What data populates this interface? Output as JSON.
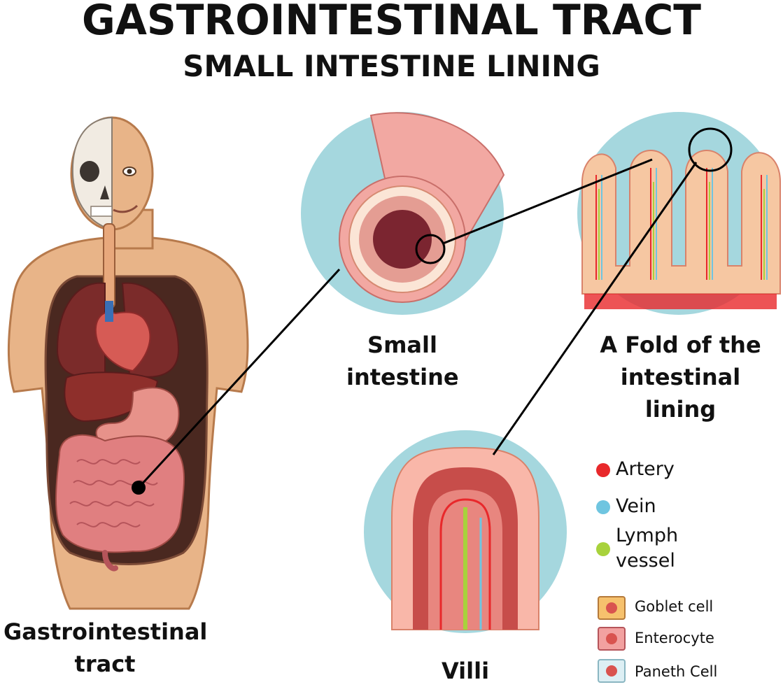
{
  "title": "GASTROINTESTINAL TRACT",
  "subtitle": "SMALL INTESTINE LINING",
  "panels": {
    "gi_tract": "Gastrointestinal tract",
    "small_intestine": "Small intestine",
    "fold": "A Fold of the intestinal lining",
    "villi": "Villi"
  },
  "legend": {
    "vessels": [
      {
        "label": "Artery",
        "color": "#e8282b"
      },
      {
        "label": "Vein",
        "color": "#6fc5e0"
      },
      {
        "label": "Lymph vessel",
        "color": "#a8d23c"
      }
    ],
    "cells": [
      {
        "label": "Goblet cell",
        "fill": "#f6c16d",
        "core": "#d9534f"
      },
      {
        "label": "Enterocyte",
        "fill": "#f2a1a0",
        "core": "#d9534f"
      },
      {
        "label": "Paneth Cell",
        "fill": "#ddeff4",
        "core": "#d9534f"
      }
    ]
  },
  "colors": {
    "circle_bg": "#a5d7de",
    "skin": "#e8b488",
    "intestine": "#e07f80",
    "tissue": "#f2a8a2"
  }
}
